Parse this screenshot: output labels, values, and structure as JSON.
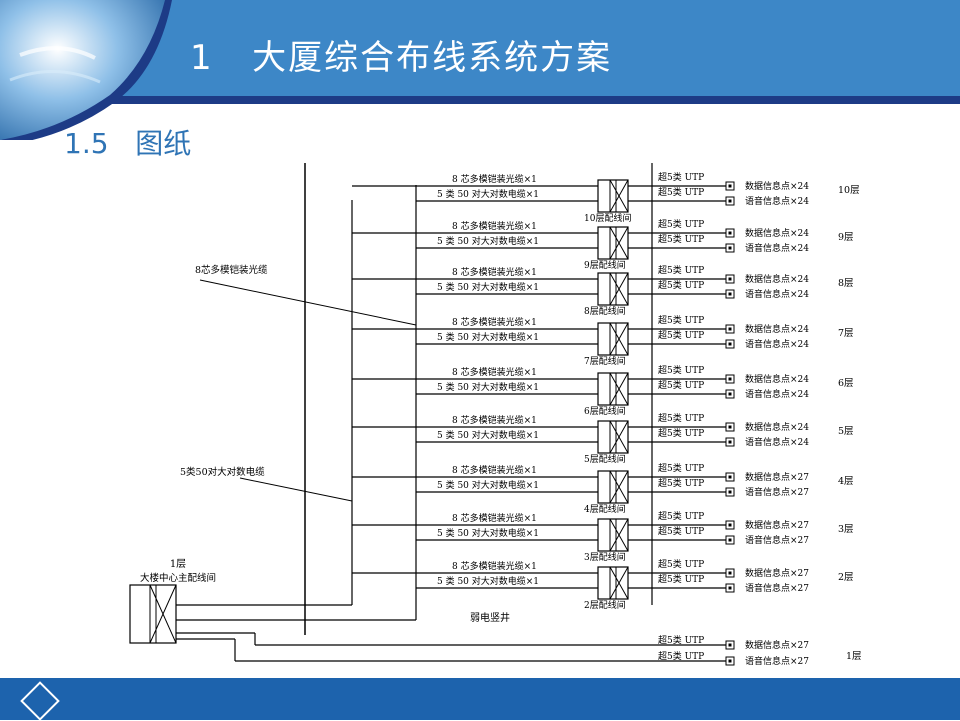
{
  "header": {
    "number": "1",
    "title": "大厦综合布线系统方案",
    "color": "#3d87c7",
    "band_color": "#1d3b86"
  },
  "section": {
    "number": "1.5",
    "title": "图纸",
    "color": "#2f74b5"
  },
  "footer": {
    "color": "#1d63ad"
  },
  "diagram": {
    "trunk_labels": {
      "fiber": "8芯多模铠装光缆",
      "copper": "5类50对大对数电缆",
      "shaft": "弱电竖井"
    },
    "main_room": {
      "floor": "1层",
      "name": "大楼中心主配线间"
    },
    "cable_fiber": "8 芯多模铠装光缆×1",
    "cable_copper": "5 类 50 对大对数电缆×1",
    "utp": "超5类 UTP",
    "floors": [
      {
        "room": "10层配线间",
        "data": "数据信息点×24",
        "voice": "语音信息点×24",
        "floor": "10层"
      },
      {
        "room": "9层配线间",
        "data": "数据信息点×24",
        "voice": "语音信息点×24",
        "floor": "9层"
      },
      {
        "room": "8层配线间",
        "data": "数据信息点×24",
        "voice": "语音信息点×24",
        "floor": "8层"
      },
      {
        "room": "7层配线间",
        "data": "数据信息点×24",
        "voice": "语音信息点×24",
        "floor": "7层"
      },
      {
        "room": "6层配线间",
        "data": "数据信息点×24",
        "voice": "语音信息点×24",
        "floor": "6层"
      },
      {
        "room": "5层配线间",
        "data": "数据信息点×24",
        "voice": "语音信息点×24",
        "floor": "5层"
      },
      {
        "room": "4层配线间",
        "data": "数据信息点×27",
        "voice": "语音信息点×27",
        "floor": "4层"
      },
      {
        "room": "3层配线间",
        "data": "数据信息点×27",
        "voice": "语音信息点×27",
        "floor": "3层"
      },
      {
        "room": "2层配线间",
        "data": "数据信息点×27",
        "voice": "语音信息点×27",
        "floor": "2层"
      }
    ],
    "ground_floor": {
      "data": "数据信息点×27",
      "voice": "语音信息点×27",
      "floor": "1层"
    }
  }
}
